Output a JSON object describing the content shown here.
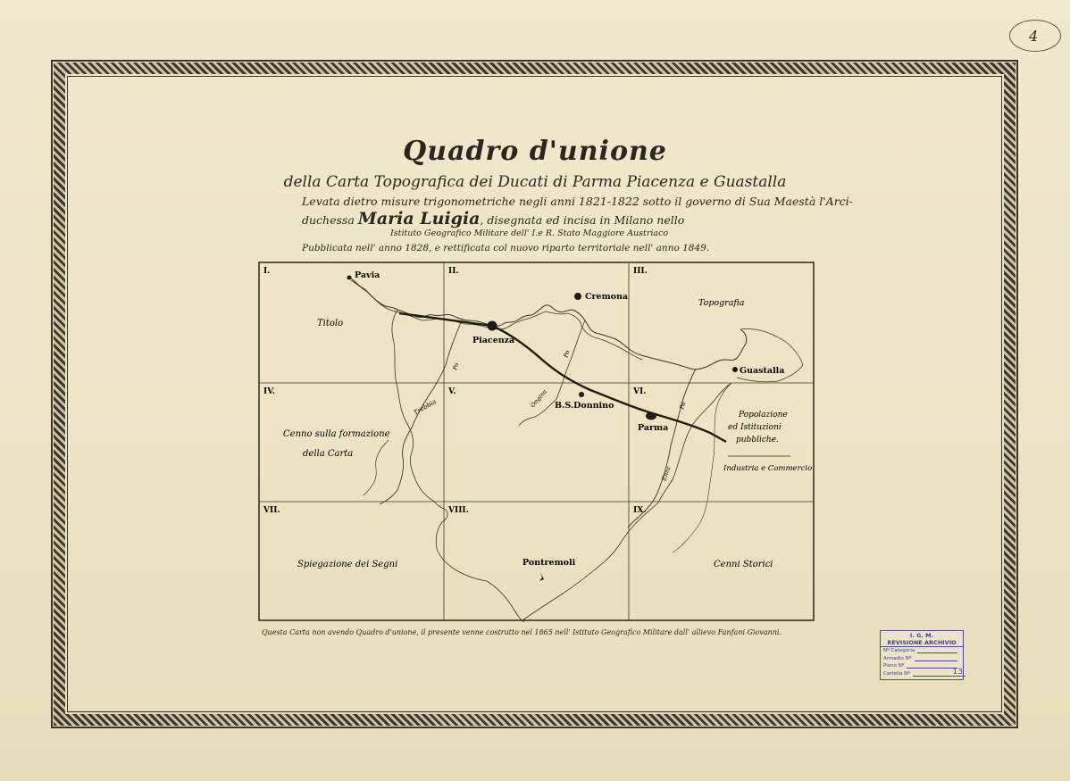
{
  "title": {
    "heading": "Quadro d'unione",
    "line1": "della Carta Topografica dei Ducati di Parma Piacenza e Guastalla",
    "line2": "Levata dietro misure trigonometriche negli anni 1821-1822 sotto il governo di Sua Maestà l'Arci-",
    "line3_pre": "duchessa",
    "line3_name": "Maria Luigia",
    "line3_post": ", disegnata ed incisa in Milano nello",
    "line4": "Istituto Geografico Militare dell' I.e R. Stato Maggiore Austriaco",
    "line5": "Pubblicata nell' anno 1828, e rettificata col nuovo riparto territoriale nell' anno 1849."
  },
  "map": {
    "sheets": [
      {
        "numeral": "I.",
        "label": "Titolo"
      },
      {
        "numeral": "II.",
        "label": ""
      },
      {
        "numeral": "III.",
        "label": "Topografia"
      },
      {
        "numeral": "IV.",
        "label": "Cenno sulla formazione della Carta"
      },
      {
        "numeral": "V.",
        "label": ""
      },
      {
        "numeral": "VI.",
        "label": "Popolazione ed Istituzioni pubbliche. | Industria e Commercio"
      },
      {
        "numeral": "VII.",
        "label": "Spiegazione dei Segni"
      },
      {
        "numeral": "VIII.",
        "label": ""
      },
      {
        "numeral": "IX.",
        "label": "Cenni Storici"
      }
    ],
    "panel_texts": {
      "titolo": "Titolo",
      "topografia": "Topografia",
      "cenno1": "Cenno sulla formazione",
      "cenno2": "della Carta",
      "popolazione1": "Popolazione",
      "popolazione2": "ed Istituzioni",
      "popolazione3": "pubbliche.",
      "industria": "Industria e Commercio",
      "spiegazione": "Spiegazione dei Segni",
      "cenni": "Cenni Storici"
    },
    "towns": {
      "pavia": "Pavia",
      "cremona": "Cremona",
      "piacenza": "Piacenza",
      "guastalla": "Guastalla",
      "borgo": "B.S.Donnino",
      "parma": "Parma",
      "pontremoli": "Pontremoli"
    },
    "rivers": {
      "po1": "Po",
      "po2": "Po",
      "po3": "Po",
      "trebbia": "Trebbia",
      "ongina": "Ongina",
      "enza": "Enza"
    }
  },
  "footnote": "Questa Carta non avendo Quadro d'unione, il presente venne costrutto nel 1865 nell' Istituto Geografico Militare dall' allievo Fanfani Giovanni.",
  "stamp": {
    "header1": "I. G. M.",
    "header2": "REVISIONE ARCHIVIO",
    "rows": [
      "Nº Categoria",
      "Armadio Nº",
      "Piano Nº",
      "Cartella Nº"
    ],
    "cartella_value": "13"
  },
  "seal_number": "4",
  "colors": {
    "paper": "#efe6c8",
    "ink": "#2a2620",
    "stamp": "#3f3f95"
  }
}
